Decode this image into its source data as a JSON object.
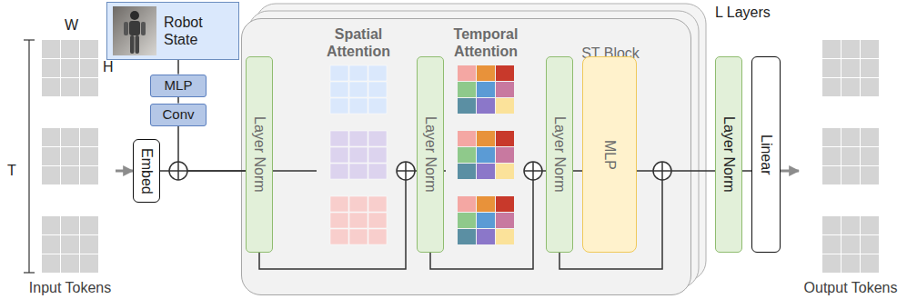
{
  "diagram": {
    "nodes": [
      {
        "text": [
          "Input Tokens"
        ]
      },
      {
        "text": [
          "Embed"
        ]
      },
      {
        "text": [
          "Robot State"
        ]
      },
      {
        "text": [
          "MLP"
        ]
      },
      {
        "text": [
          "Conv"
        ]
      },
      {
        "text": [
          "ST Block"
        ]
      },
      {
        "text": [
          "Layer Norm"
        ],
        "in": 5
      },
      {
        "text": [
          "Spatial Attention"
        ],
        "in": 5
      },
      {
        "text": [
          "Layer Norm"
        ],
        "in": 5
      },
      {
        "text": [
          "Temporal Attention"
        ],
        "in": 5
      },
      {
        "text": [
          "Layer Norm"
        ],
        "in": 5
      },
      {
        "text": [
          "MLP"
        ],
        "in": 5
      },
      {
        "text": [
          "Layer Norm"
        ]
      },
      {
        "text": [
          "Linear"
        ]
      },
      {
        "text": [
          "Output Tokens"
        ]
      }
    ],
    "edges": [
      {
        "from": 0,
        "to": 1,
        "arrow": "to"
      },
      {
        "from": 2,
        "to": 3,
        "arrow": "none"
      },
      {
        "from": 3,
        "to": 4,
        "arrow": "none"
      },
      {
        "from": 1,
        "to": 6,
        "arrow": "none"
      },
      {
        "from": 4,
        "to": 6,
        "arrow": "none"
      },
      {
        "from": 6,
        "to": 7,
        "arrow": "none"
      },
      {
        "from": 7,
        "to": 8,
        "arrow": "none"
      },
      {
        "from": 8,
        "to": 9,
        "arrow": "none"
      },
      {
        "from": 9,
        "to": 10,
        "arrow": "none"
      },
      {
        "from": 10,
        "to": 11,
        "arrow": "none"
      },
      {
        "from": 11,
        "to": 12,
        "arrow": "none"
      },
      {
        "from": 12,
        "to": 13,
        "arrow": "none"
      },
      {
        "from": 13,
        "to": 14,
        "arrow": "to"
      }
    ],
    "labels": [
      "W",
      "H",
      "T",
      "L Layers"
    ]
  }
}
